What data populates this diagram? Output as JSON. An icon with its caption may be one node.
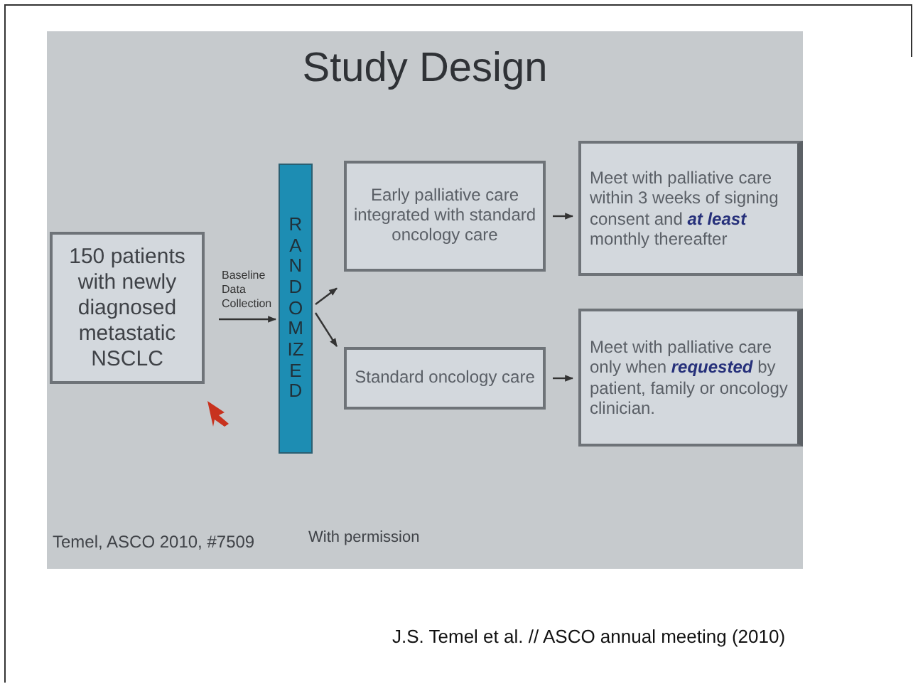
{
  "diagram": {
    "title": "Study Design",
    "nodes": [
      {
        "text": [
          "150 patients with newly diagnosed metastatic NSCLC"
        ]
      },
      {
        "text": [
          "RANDOMIZED"
        ]
      },
      {
        "text": [
          "Early palliative care integrated with standard oncology care"
        ]
      },
      {
        "text": [
          "Standard oncology care"
        ]
      },
      {
        "text": [
          "Meet with palliative care within 3 weeks of signing consent and **at least** monthly thereafter"
        ]
      },
      {
        "text": [
          "Meet with palliative care only when **requested** by patient, family or oncology clinician."
        ]
      }
    ],
    "edges": [
      {
        "from": 0,
        "to": 1,
        "arrow": "to",
        "label": "Baseline Data Collection"
      },
      {
        "from": 1,
        "to": 2,
        "arrow": "to"
      },
      {
        "from": 1,
        "to": 3,
        "arrow": "to"
      },
      {
        "from": 2,
        "to": 4,
        "arrow": "to"
      },
      {
        "from": 3,
        "to": 5,
        "arrow": "to"
      }
    ],
    "labels": [
      "Temel, ASCO 2010, #7509",
      "With permission",
      "J.S. Temel et al. // ASCO annual meeting (2010)"
    ]
  }
}
